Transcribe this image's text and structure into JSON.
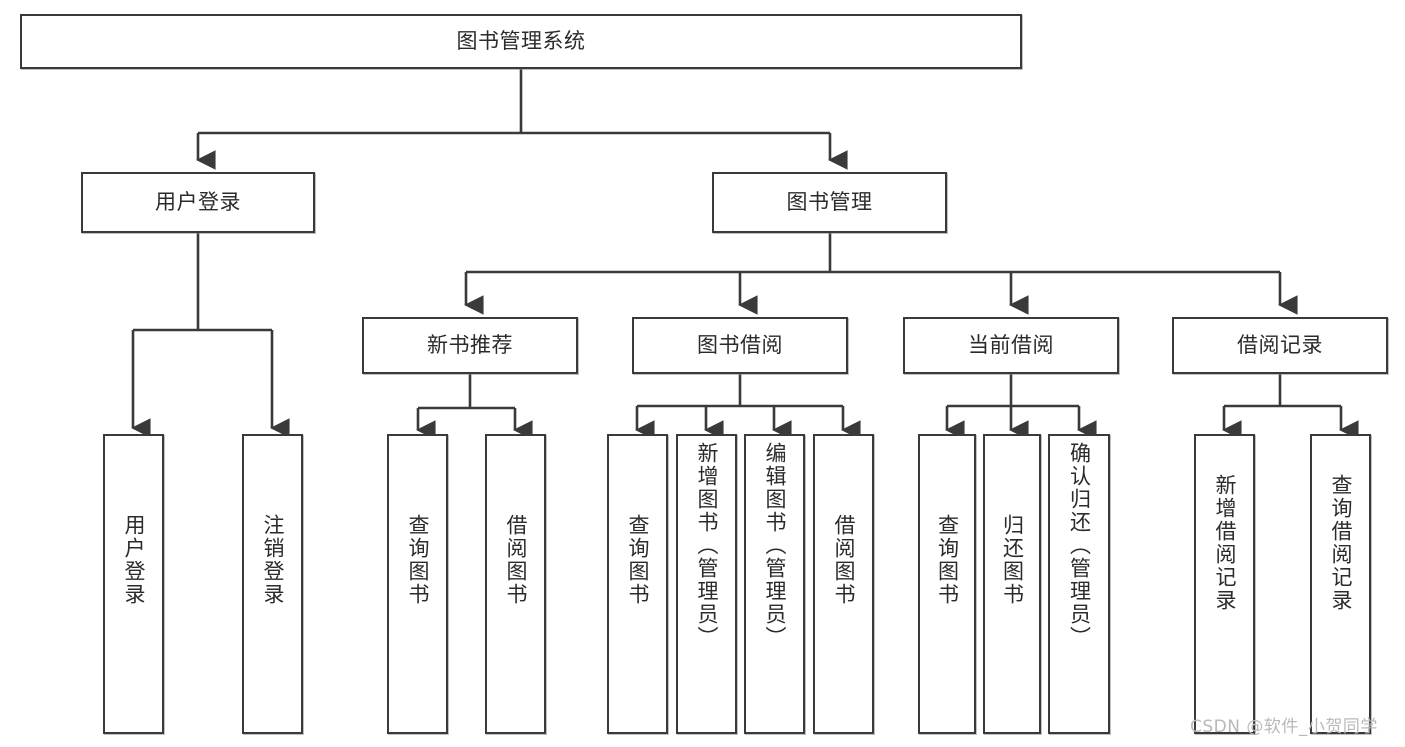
{
  "diagram": {
    "type": "hierarchy-tree",
    "title": "图书管理系统",
    "root": {
      "id": "root",
      "label": "图书管理系统",
      "orientation": "horizontal"
    },
    "level2": [
      {
        "id": "user-login",
        "label": "用户登录",
        "orientation": "horizontal"
      },
      {
        "id": "book-manage",
        "label": "图书管理",
        "orientation": "horizontal"
      }
    ],
    "level3": [
      {
        "id": "new-book-rec",
        "label": "新书推荐",
        "orientation": "horizontal",
        "parent": "book-manage"
      },
      {
        "id": "book-borrow",
        "label": "图书借阅",
        "orientation": "horizontal",
        "parent": "book-manage"
      },
      {
        "id": "current-borrow",
        "label": "当前借阅",
        "orientation": "horizontal",
        "parent": "book-manage"
      },
      {
        "id": "borrow-record",
        "label": "借阅记录",
        "orientation": "horizontal",
        "parent": "book-manage"
      }
    ],
    "leaves": [
      {
        "id": "leaf-user-login",
        "label": "用户登录",
        "parent": "user-login"
      },
      {
        "id": "leaf-user-logout",
        "label": "注销登录",
        "parent": "user-login"
      },
      {
        "id": "leaf-query-book-1",
        "label": "查询图书",
        "parent": "new-book-rec"
      },
      {
        "id": "leaf-borrow-book-1",
        "label": "借阅图书",
        "parent": "new-book-rec"
      },
      {
        "id": "leaf-query-book-2",
        "label": "查询图书",
        "parent": "book-borrow"
      },
      {
        "id": "leaf-add-book",
        "label": "新增图书（管理员）",
        "parent": "book-borrow"
      },
      {
        "id": "leaf-edit-book",
        "label": "编辑图书（管理员）",
        "parent": "book-borrow"
      },
      {
        "id": "leaf-borrow-book-2",
        "label": "借阅图书",
        "parent": "book-borrow"
      },
      {
        "id": "leaf-query-book-3",
        "label": "查询图书",
        "parent": "current-borrow"
      },
      {
        "id": "leaf-return-book",
        "label": "归还图书",
        "parent": "current-borrow"
      },
      {
        "id": "leaf-confirm-return",
        "label": "确认归还（管理员）",
        "parent": "current-borrow"
      },
      {
        "id": "leaf-add-record",
        "label": "新增借阅记录",
        "parent": "borrow-record"
      },
      {
        "id": "leaf-query-record",
        "label": "查询借阅记录",
        "parent": "borrow-record"
      }
    ],
    "colors": {
      "box_border": "#3a3a3a",
      "box_fill": "#ffffff",
      "connector": "#3a3a3a",
      "text": "#2b2b2b",
      "background": "#ffffff",
      "watermark": "#b9b9b9"
    }
  },
  "watermark": {
    "text": "CSDN @软件_小贺同学"
  }
}
